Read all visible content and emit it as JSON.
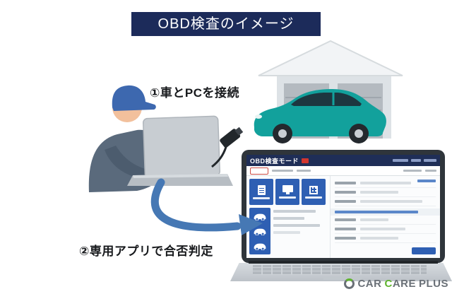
{
  "title": "OBD検査のイメージ",
  "steps": {
    "step1": "①車とPCを接続",
    "step2": "②専用アプリで合否判定"
  },
  "app_screen": {
    "title": "OBD検査モード"
  },
  "logo": {
    "word1": "CAR",
    "word2": "CARE",
    "word3": "PLUS"
  },
  "colors": {
    "banner_navy": "#1c2b5a",
    "arrow_blue": "#4678b4",
    "car_teal": "#12a19c",
    "cap_blue": "#3d68af",
    "app_header": "#1f2e57",
    "tile_blue": "#2e5fb3",
    "logo_gray": "#6a7077",
    "logo_green": "#5fb32e"
  }
}
